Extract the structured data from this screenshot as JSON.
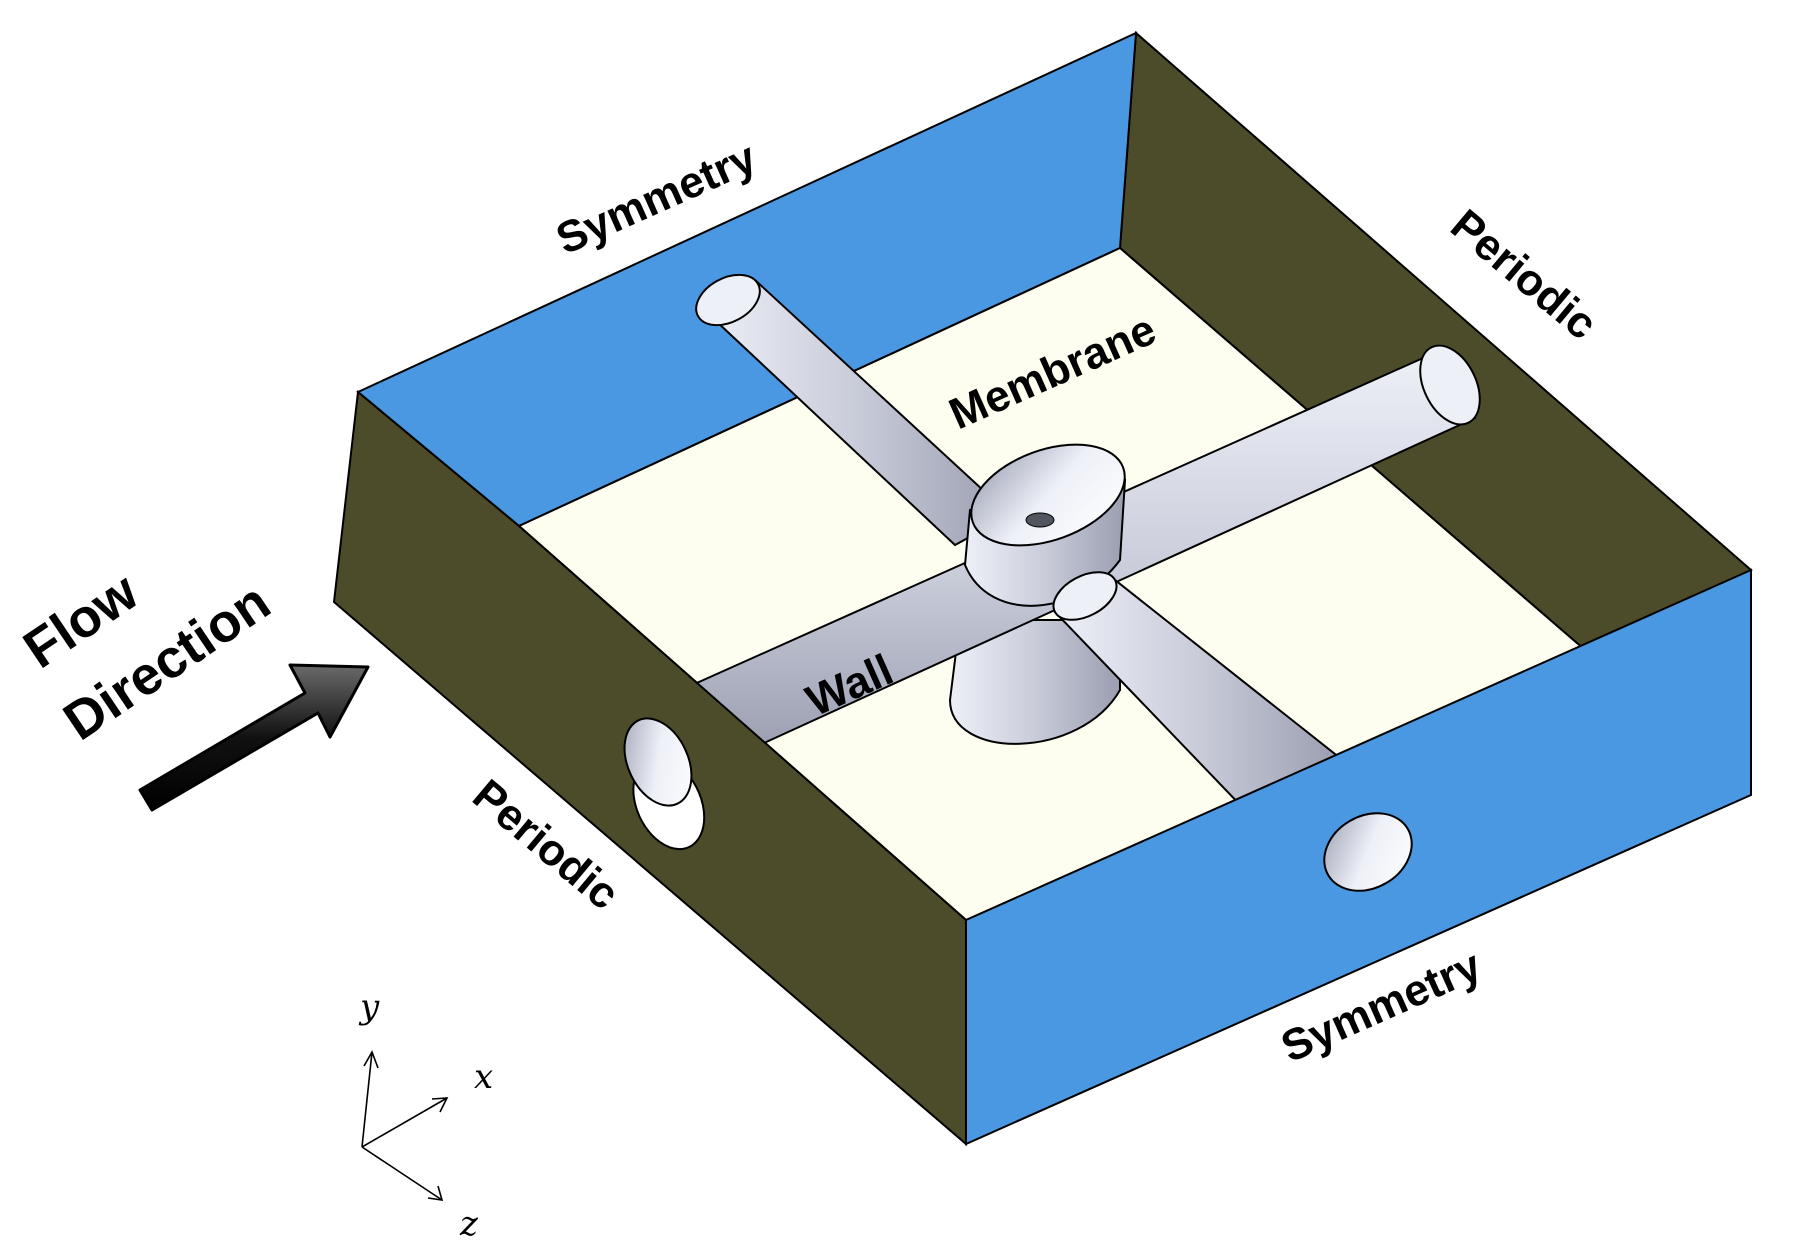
{
  "colors": {
    "periodic_face": "#4d4c2a",
    "symmetry_face": "#4a98e2",
    "membrane_floor": "#fdfdf0",
    "cylinder_light": "#eef0f8",
    "cylinder_mid": "#c9ccd9",
    "cylinder_dark": "#9a9eb0",
    "edge": "#000000"
  },
  "labels": {
    "symmetry_top": "Symmetry",
    "symmetry_bottom": "Symmetry",
    "periodic_right": "Periodic",
    "periodic_left": "Periodic",
    "membrane": "Membrane",
    "wall": "Wall",
    "flow_line1": "Flow",
    "flow_line2": "Direction"
  },
  "axes": {
    "x": "x",
    "y": "y",
    "z": "z"
  },
  "icons": {
    "flow_arrow": "arrow-icon"
  }
}
